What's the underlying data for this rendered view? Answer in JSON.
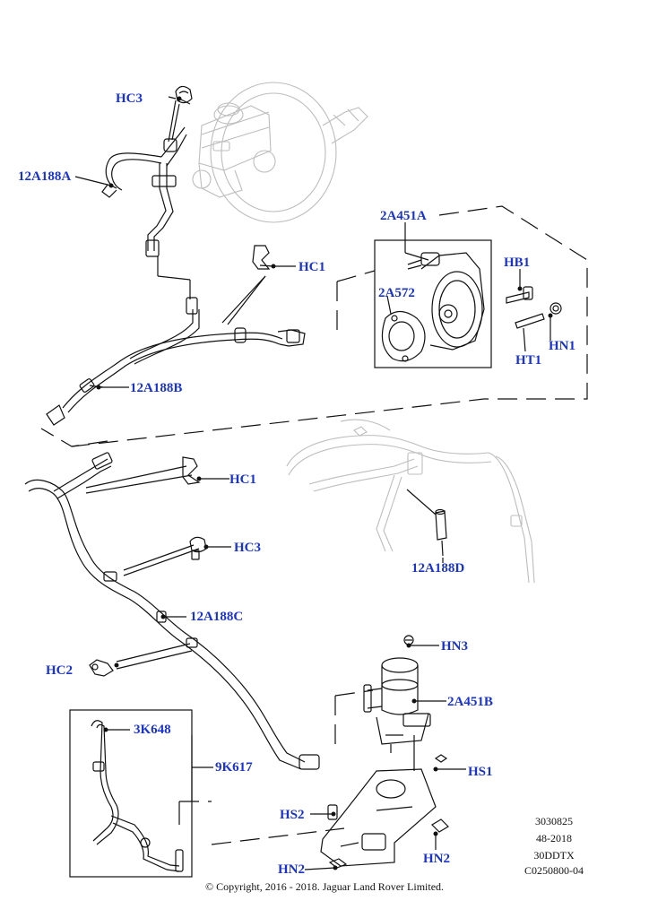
{
  "callouts": {
    "hc3_top": "HC3",
    "a12a188a": "12A188A",
    "hc1_top": "HC1",
    "a2a451a": "2A451A",
    "hb1": "HB1",
    "a2a572": "2A572",
    "hn1": "HN1",
    "ht1": "HT1",
    "a12a188b": "12A188B",
    "hc1_mid": "HC1",
    "hc3_mid": "HC3",
    "a12a188d": "12A188D",
    "a12a188c": "12A188C",
    "hc2": "HC2",
    "hn3": "HN3",
    "a2a451b": "2A451B",
    "a3k648": "3K648",
    "a9k617": "9K617",
    "hs1": "HS1",
    "hs2": "HS2",
    "hn2_left": "HN2",
    "hn2_right": "HN2"
  },
  "reference": {
    "line1": "3030825",
    "line2": "48-2018",
    "line3": "30DDTX",
    "line4": "C0250800-04"
  },
  "copyright": "© Copyright, 2016 - 2018. Jaguar Land Rover Limited.",
  "colors": {
    "callout": "#1a33cc",
    "linework": "#111111",
    "ghost": "#b8b8b8"
  }
}
